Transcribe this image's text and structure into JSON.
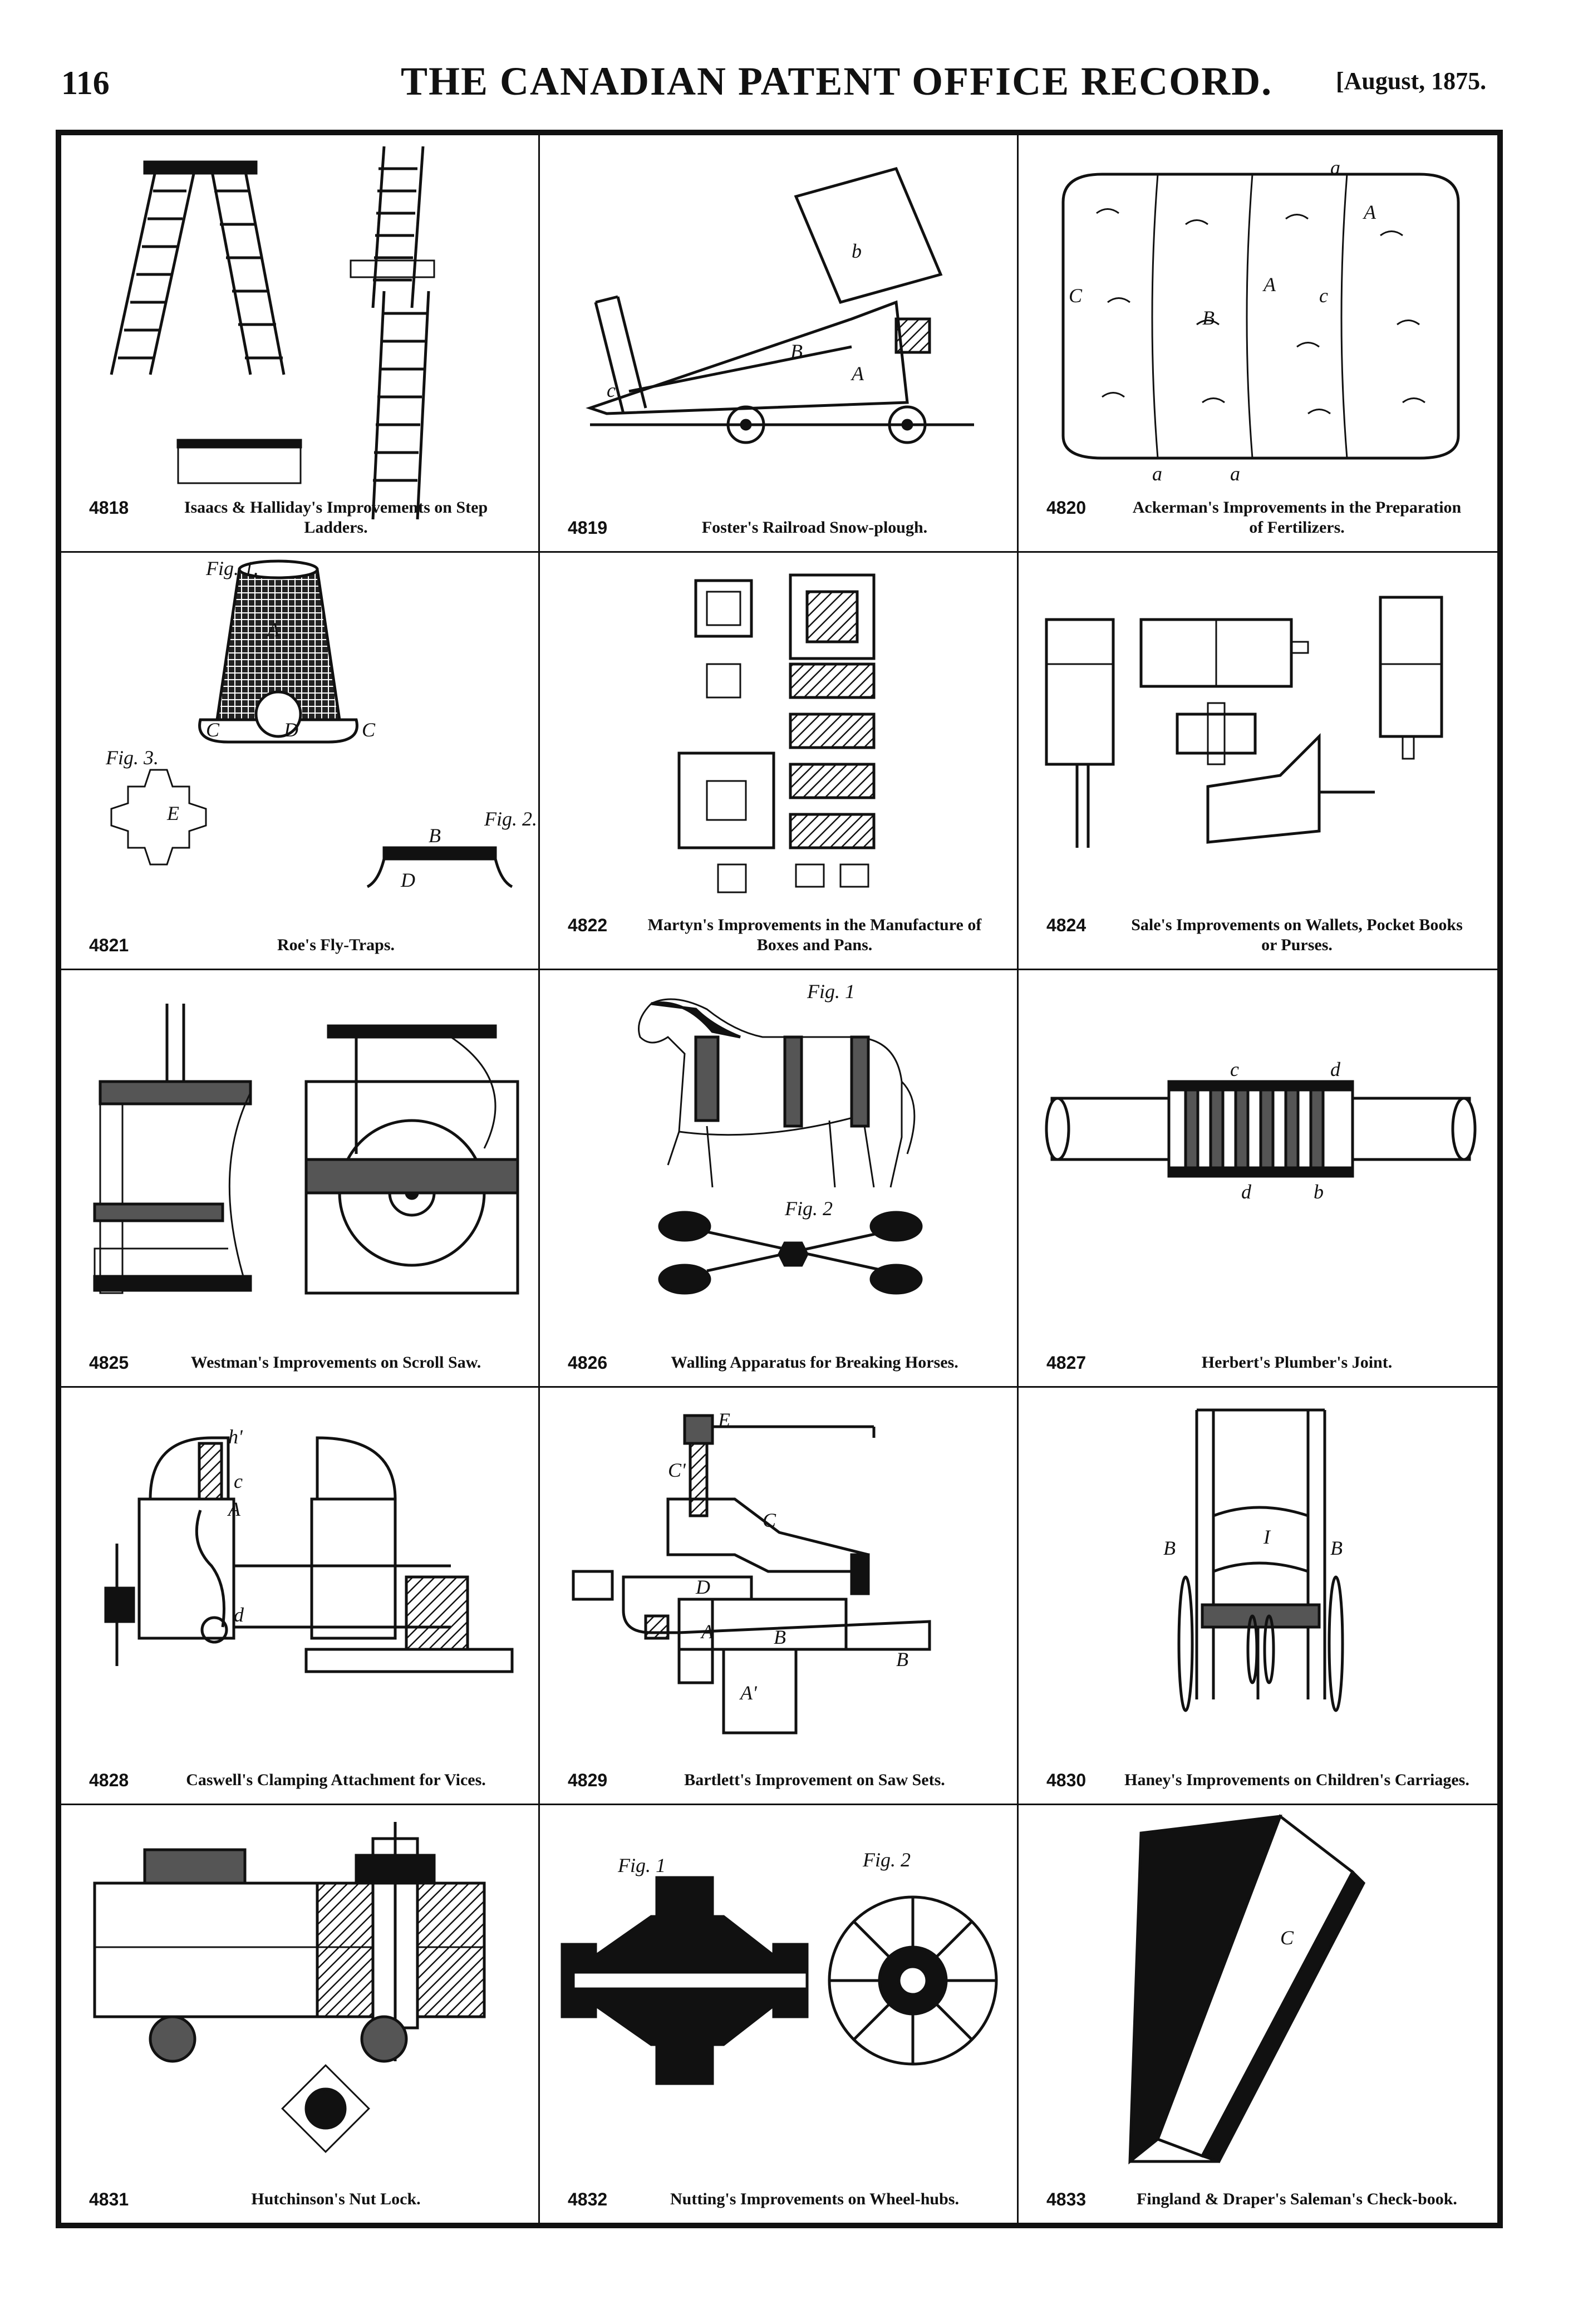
{
  "header": {
    "page_number": "116",
    "title": "THE CANADIAN PATENT OFFICE RECORD.",
    "date": "[August, 1875."
  },
  "patents": [
    {
      "number": "4818",
      "caption": "Isaacs & Halliday's Improvements on Step Ladders.",
      "figure": "step-ladder"
    },
    {
      "number": "4819",
      "caption": "Foster's Railroad Snow-plough.",
      "figure": "snow-plough"
    },
    {
      "number": "4820",
      "caption": "Ackerman's Improvements in the Preparation of Fertilizers.",
      "figure": "fertilizer-bale",
      "labels": [
        "a",
        "A",
        "C",
        "B",
        "A",
        "c",
        "a",
        "a"
      ]
    },
    {
      "number": "4821",
      "caption": "Roe's Fly-Traps.",
      "figure": "fly-trap",
      "labels": [
        "Fig. 1.",
        "A",
        "C",
        "C",
        "D",
        "Fig. 3.",
        "Fig. 2.",
        "B",
        "E",
        "D"
      ]
    },
    {
      "number": "4822",
      "caption": "Martyn's Improvements in the Manufacture of Boxes and Pans.",
      "figure": "boxes-pans"
    },
    {
      "number": "4824",
      "caption": "Sale's Improvements on Wallets, Pocket Books or Purses.",
      "figure": "wallets"
    },
    {
      "number": "4825",
      "caption": "Westman's Improvements on Scroll Saw.",
      "figure": "scroll-saw"
    },
    {
      "number": "4826",
      "caption": "Walling Apparatus for Breaking Horses.",
      "figure": "horse-harness",
      "labels": [
        "Fig. 1",
        "Fig. 2"
      ]
    },
    {
      "number": "4827",
      "caption": "Herbert's Plumber's Joint.",
      "figure": "plumbers-joint",
      "labels": [
        "c",
        "d",
        "d",
        "b"
      ]
    },
    {
      "number": "4828",
      "caption": "Caswell's Clamping Attachment for Vices.",
      "figure": "vice-clamp",
      "labels": [
        "h'",
        "c",
        "A",
        "d"
      ]
    },
    {
      "number": "4829",
      "caption": "Bartlett's Improvement on Saw Sets.",
      "figure": "saw-set",
      "labels": [
        "E",
        "C'",
        "C",
        "D",
        "A",
        "B",
        "A'",
        "B"
      ]
    },
    {
      "number": "4830",
      "caption": "Haney's Improvements on Children's Carriages.",
      "figure": "childrens-carriage",
      "labels": [
        "I",
        "B",
        "B"
      ]
    },
    {
      "number": "4831",
      "caption": "Hutchinson's Nut Lock.",
      "figure": "nut-lock"
    },
    {
      "number": "4832",
      "caption": "Nutting's Improvements on Wheel-hubs.",
      "figure": "wheel-hub",
      "labels": [
        "Fig. 1",
        "Fig. 2"
      ]
    },
    {
      "number": "4833",
      "caption": "Fingland & Draper's Saleman's Check-book.",
      "figure": "check-book",
      "labels": [
        "C"
      ]
    }
  ]
}
